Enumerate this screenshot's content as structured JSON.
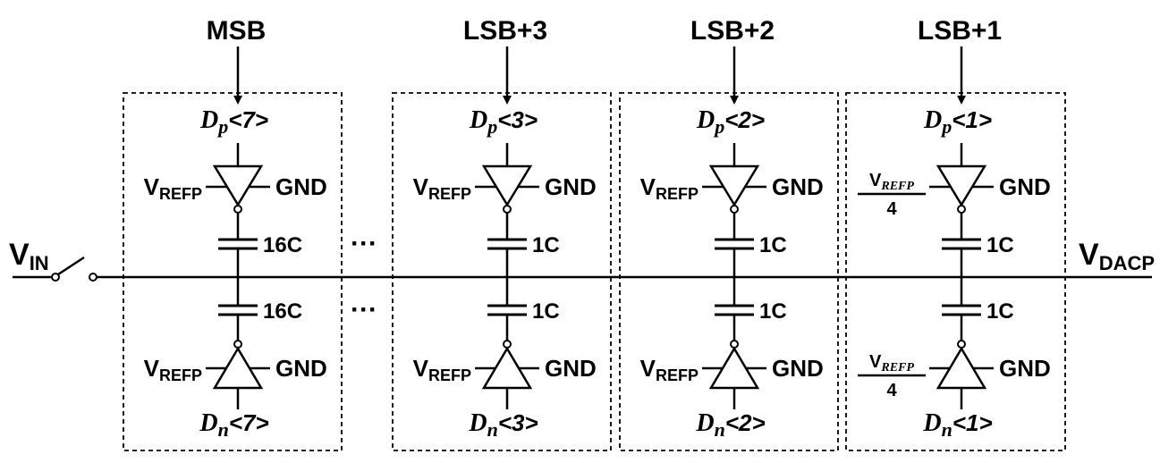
{
  "diagram": {
    "input_label": {
      "main": "V",
      "sub": "IN"
    },
    "output_label": {
      "main": "V",
      "sub": "DACP"
    },
    "ellipsis": "···",
    "cells": [
      {
        "bit_label": "MSB",
        "dp": {
          "main": "D",
          "sub": "p",
          "index": "<7>"
        },
        "dn": {
          "main": "D",
          "sub": "n",
          "index": "<7>"
        },
        "cap_top": "16C",
        "cap_bottom": "16C",
        "vref_top": {
          "main": "V",
          "sub": "REFP",
          "fraction": false,
          "denominator": ""
        },
        "vref_bottom": {
          "main": "V",
          "sub": "REFP",
          "fraction": false,
          "denominator": ""
        },
        "gnd": "GND"
      },
      {
        "bit_label": "LSB+3",
        "dp": {
          "main": "D",
          "sub": "p",
          "index": "<3>"
        },
        "dn": {
          "main": "D",
          "sub": "n",
          "index": "<3>"
        },
        "cap_top": "1C",
        "cap_bottom": "1C",
        "vref_top": {
          "main": "V",
          "sub": "REFP",
          "fraction": false,
          "denominator": ""
        },
        "vref_bottom": {
          "main": "V",
          "sub": "REFP",
          "fraction": false,
          "denominator": ""
        },
        "gnd": "GND"
      },
      {
        "bit_label": "LSB+2",
        "dp": {
          "main": "D",
          "sub": "p",
          "index": "<2>"
        },
        "dn": {
          "main": "D",
          "sub": "n",
          "index": "<2>"
        },
        "cap_top": "1C",
        "cap_bottom": "1C",
        "vref_top": {
          "main": "V",
          "sub": "REFP",
          "fraction": false,
          "denominator": ""
        },
        "vref_bottom": {
          "main": "V",
          "sub": "REFP",
          "fraction": false,
          "denominator": ""
        },
        "gnd": "GND"
      },
      {
        "bit_label": "LSB+1",
        "dp": {
          "main": "D",
          "sub": "p",
          "index": "<1>"
        },
        "dn": {
          "main": "D",
          "sub": "n",
          "index": "<1>"
        },
        "cap_top": "1C",
        "cap_bottom": "1C",
        "vref_top": {
          "main": "V",
          "sub": "REFP",
          "fraction": true,
          "denominator": "4"
        },
        "vref_bottom": {
          "main": "V",
          "sub": "REFP",
          "fraction": true,
          "denominator": "4"
        },
        "gnd": "GND"
      }
    ]
  }
}
